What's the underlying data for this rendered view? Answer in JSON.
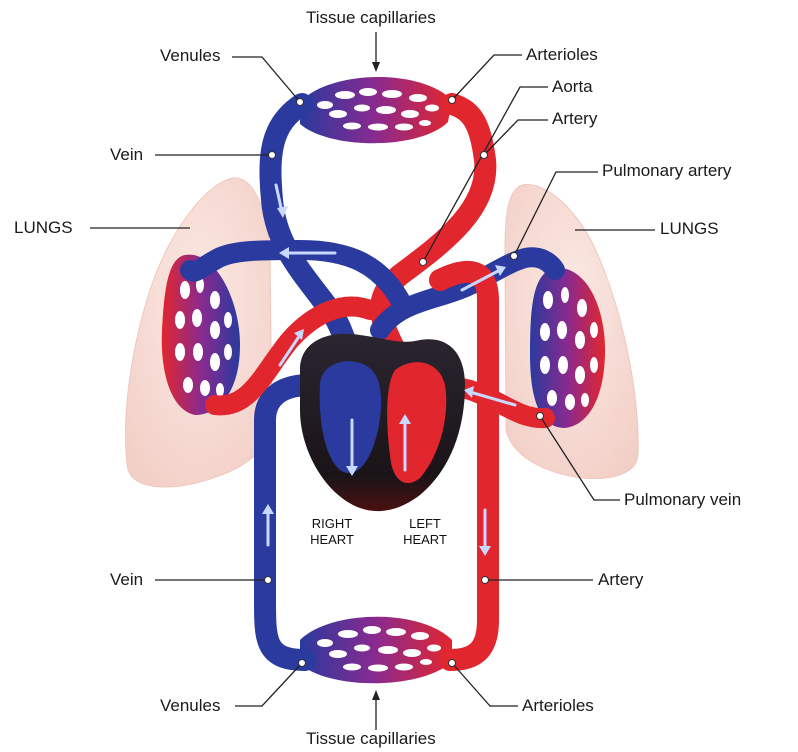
{
  "labels": {
    "tissue_capillaries_top": "Tissue capillaries",
    "venules_top": "Venules",
    "arterioles_top": "Arterioles",
    "aorta": "Aorta",
    "artery_top": "Artery",
    "vein_top": "Vein",
    "pulmonary_artery": "Pulmonary artery",
    "lungs_left": "LUNGS",
    "lungs_right": "LUNGS",
    "pulmonary_vein": "Pulmonary vein",
    "vein_bottom": "Vein",
    "artery_bottom": "Artery",
    "venules_bottom": "Venules",
    "arterioles_bottom": "Arterioles",
    "tissue_capillaries_bottom": "Tissue capillaries",
    "right_heart_1": "RIGHT",
    "right_heart_2": "HEART",
    "left_heart_1": "LEFT",
    "left_heart_2": "HEART"
  },
  "colors": {
    "deoxygenated": "#2a3a9e",
    "oxygenated": "#e2262e",
    "capillary_mix": "#8a2a8f",
    "lung_tissue": "#f7dcd6",
    "heart_dark": "#1e1a22",
    "flow_arrow": "#c8d8ff"
  }
}
